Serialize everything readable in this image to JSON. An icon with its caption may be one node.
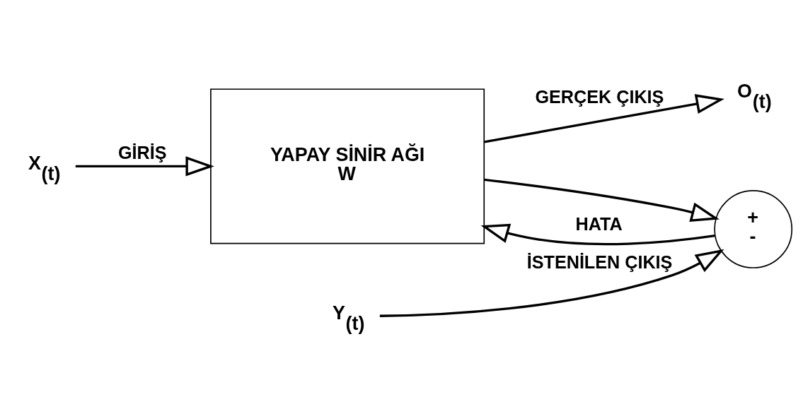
{
  "diagram": {
    "nodes": [
      {
        "text": [
          "X$_{(t)}$"
        ]
      },
      {
        "text": [
          "YAPAY SİNİR AĞI",
          "W"
        ]
      },
      {
        "text": [
          "O$_{(t)}$"
        ]
      },
      {
        "text": [
          "+",
          "-"
        ]
      },
      {
        "text": [
          "Y$_{(t)}$"
        ]
      }
    ],
    "edges": [
      {
        "from": 0,
        "to": 1,
        "arrow": "to",
        "label": "GİRİŞ"
      },
      {
        "from": 1,
        "to": 2,
        "arrow": "to",
        "label": "GERÇEK ÇIKIŞ"
      },
      {
        "from": 1,
        "to": 3,
        "arrow": "to"
      },
      {
        "from": 4,
        "to": 3,
        "arrow": "to",
        "label": "İSTENİLEN ÇIKIŞ"
      },
      {
        "from": 3,
        "to": 1,
        "arrow": "to",
        "label": "HATA"
      }
    ]
  }
}
